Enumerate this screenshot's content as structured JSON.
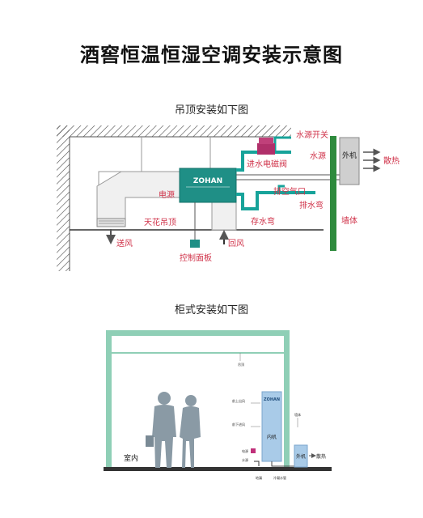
{
  "title": "酒窖恒温恒湿空调安装示意图",
  "section1": {
    "heading": "吊顶安装如下图",
    "brand": "ZOHAN",
    "labels": {
      "water_switch": "水源开关",
      "water_source": "水源",
      "inlet_valve": "进水电磁阀",
      "exhaust_port": "排空气口",
      "drain_bend": "排水弯",
      "water_bend": "存水弯",
      "power": "电源",
      "ceiling": "天花吊顶",
      "supply_air": "送风",
      "return_air": "回风",
      "control_panel": "控制面板",
      "outdoor_unit": "外机",
      "heat_out": "散热",
      "wall": "墙体"
    }
  },
  "section2": {
    "heading": "柜式安装如下图",
    "brand": "ZOHAN",
    "labels": {
      "indoor_unit": "内机",
      "outdoor_unit": "外机",
      "heat_out": "散热",
      "room": "室内",
      "top_supply": "前上出风",
      "bottom_return": "前下进风",
      "power": "电源",
      "water": "水源",
      "ceiling_tag": "吊顶",
      "wall_tag": "墙体",
      "floor_tag1": "地漏",
      "floor_tag2": "冷凝水管"
    }
  },
  "colors": {
    "accent_red": "#d0334a",
    "unit_teal": "#1f8f86",
    "pipe_teal": "#17a39a",
    "wall_green": "#2e8b3d",
    "cabinet_frame": "#8fcfb6",
    "indoor_blue": "#a9cbe8",
    "valve_magenta": "#b0306a"
  }
}
